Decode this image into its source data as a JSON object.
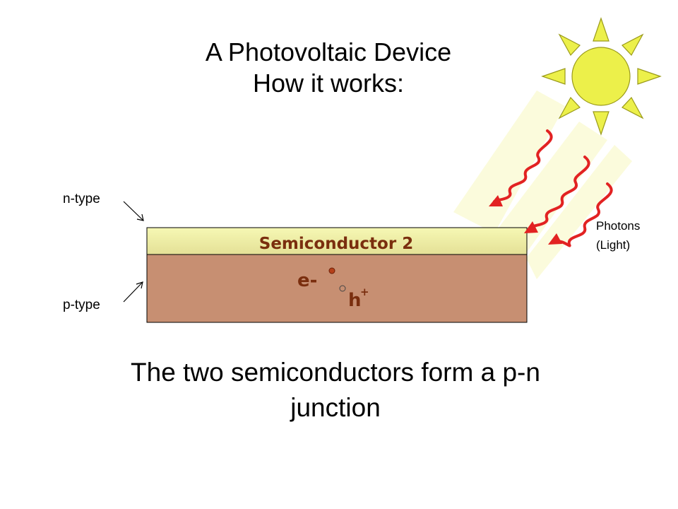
{
  "title": {
    "line1": "A Photovoltaic Device",
    "line2": "How it works:"
  },
  "labels": {
    "n_type": "n-type",
    "p_type": "p-type",
    "semiconductor_2": "Semiconductor 2",
    "electron": "e-",
    "hole": "h",
    "hole_charge": "+",
    "photons_line1": "Photons",
    "photons_line2": "(Light)"
  },
  "caption": {
    "line1": "The two semiconductors form a p-n",
    "line2": "junction"
  },
  "colors": {
    "sun_fill": "#ecf04a",
    "sun_stroke": "#9a9a1a",
    "n_layer_top": "#f4f6a8",
    "n_layer_bottom": "#e6e39a",
    "p_layer": "#c78f72",
    "layer_text": "#7a2e0e",
    "photon_arrow": "#e22222",
    "light_beam": "#fafad0",
    "electron_dot": "#b5401a"
  },
  "icons": [
    "sun-icon",
    "photon-wave-arrow-icon",
    "pointer-arrow-icon",
    "electron-dot-icon",
    "hole-circle-icon"
  ]
}
